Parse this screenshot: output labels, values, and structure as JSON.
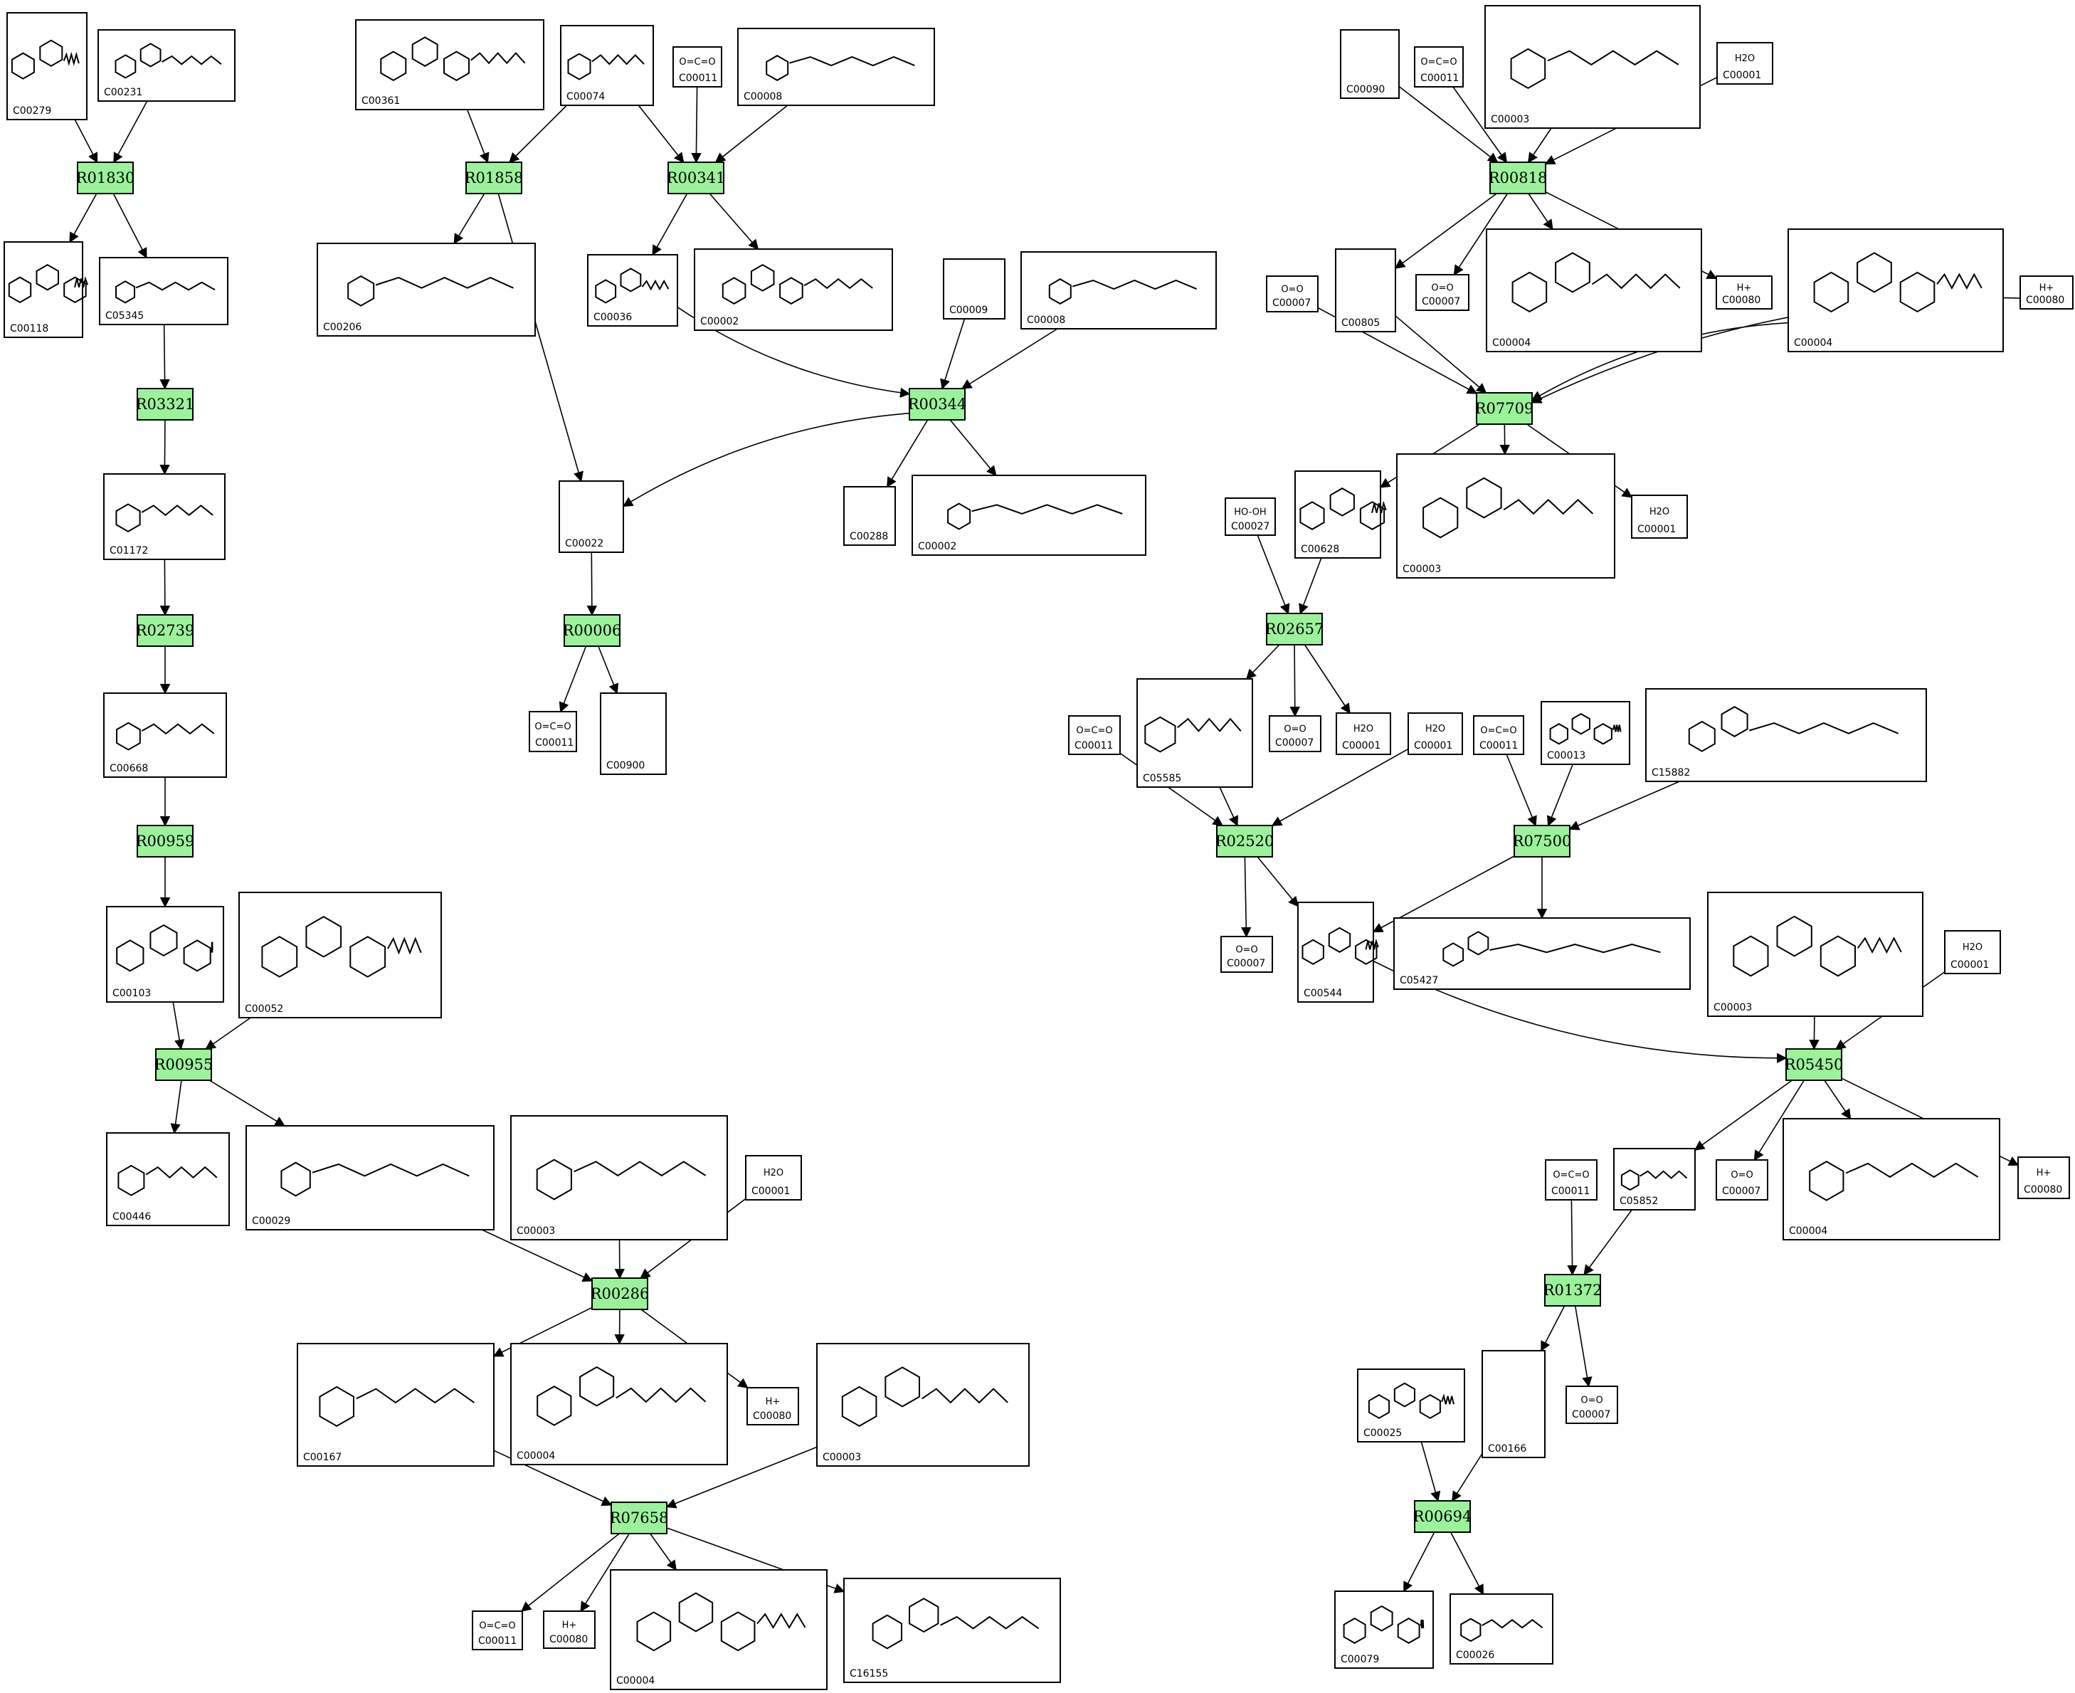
{
  "reactions": [
    "R01830",
    "R01858",
    "R00341",
    "R00818",
    "R03321",
    "R00344",
    "R07709",
    "R02739",
    "R00006",
    "R02657",
    "R00959",
    "R02520",
    "R07500",
    "R00955",
    "R05450",
    "R00286",
    "R01372",
    "R07658",
    "R00694"
  ],
  "compounds": [
    {
      "id": "C00279",
      "text": "C00279"
    },
    {
      "id": "C00231",
      "text": "C00231"
    },
    {
      "id": "C00361",
      "text": "C00361"
    },
    {
      "id": "C00074",
      "text": "C00074"
    },
    {
      "id": "C00011a",
      "text": "C00011",
      "formula": "O=C=O"
    },
    {
      "id": "C00008",
      "text": "C00008"
    },
    {
      "id": "C00090",
      "text": "C00090"
    },
    {
      "id": "C00011b",
      "text": "C00011",
      "formula": "O=C=O"
    },
    {
      "id": "C00003a",
      "text": "C00003"
    },
    {
      "id": "C00001a",
      "text": "C00001",
      "formula": "H2O"
    },
    {
      "id": "C00118",
      "text": "C00118"
    },
    {
      "id": "C05345",
      "text": "C05345"
    },
    {
      "id": "C00206",
      "text": "C00206"
    },
    {
      "id": "C00036",
      "text": "C00036"
    },
    {
      "id": "C00002a",
      "text": "C00002"
    },
    {
      "id": "C00009",
      "text": "C00009"
    },
    {
      "id": "C00008b",
      "text": "C00008"
    },
    {
      "id": "C00007a",
      "text": "C00007",
      "formula": "O=O"
    },
    {
      "id": "C00805",
      "text": "C00805"
    },
    {
      "id": "C00007b",
      "text": "C00007",
      "formula": "O=O"
    },
    {
      "id": "C00004a",
      "text": "C00004"
    },
    {
      "id": "C00080a",
      "text": "C00080",
      "formula": "H+"
    },
    {
      "id": "C00004b",
      "text": "C00004"
    },
    {
      "id": "C00080b",
      "text": "C00080",
      "formula": "H+"
    },
    {
      "id": "C01172",
      "text": "C01172"
    },
    {
      "id": "C00022",
      "text": "C00022"
    },
    {
      "id": "C00288",
      "text": "C00288"
    },
    {
      "id": "C00002b",
      "text": "C00002"
    },
    {
      "id": "C00027",
      "text": "C00027",
      "formula": "HO-OH"
    },
    {
      "id": "C00628",
      "text": "C00628"
    },
    {
      "id": "C00003b",
      "text": "C00003"
    },
    {
      "id": "C00001b",
      "text": "C00001",
      "formula": "H2O"
    },
    {
      "id": "C00668",
      "text": "C00668"
    },
    {
      "id": "C00011c",
      "text": "C00011",
      "formula": "O=C=O"
    },
    {
      "id": "C00900",
      "text": "C00900"
    },
    {
      "id": "C00011d",
      "text": "C00011",
      "formula": "O=C=O"
    },
    {
      "id": "C05585",
      "text": "C05585"
    },
    {
      "id": "C00007c",
      "text": "C00007",
      "formula": "O=O"
    },
    {
      "id": "C00001c",
      "text": "C00001",
      "formula": "H2O"
    },
    {
      "id": "C00001d",
      "text": "C00001",
      "formula": "H2O"
    },
    {
      "id": "C00011e",
      "text": "C00011",
      "formula": "O=C=O"
    },
    {
      "id": "C00013",
      "text": "C00013"
    },
    {
      "id": "C15882",
      "text": "C15882"
    },
    {
      "id": "C00103",
      "text": "C00103"
    },
    {
      "id": "C00052",
      "text": "C00052"
    },
    {
      "id": "C00007d",
      "text": "C00007",
      "formula": "O=O"
    },
    {
      "id": "C00544",
      "text": "C00544"
    },
    {
      "id": "C05427",
      "text": "C05427"
    },
    {
      "id": "C00003c",
      "text": "C00003"
    },
    {
      "id": "C00001e",
      "text": "C00001",
      "formula": "H2O"
    },
    {
      "id": "C00446",
      "text": "C00446"
    },
    {
      "id": "C00029",
      "text": "C00029"
    },
    {
      "id": "C00003d",
      "text": "C00003"
    },
    {
      "id": "C00001f",
      "text": "C00001",
      "formula": "H2O"
    },
    {
      "id": "C05852",
      "text": "C05852"
    },
    {
      "id": "C00007e",
      "text": "C00007",
      "formula": "O=O"
    },
    {
      "id": "C00004c",
      "text": "C00004"
    },
    {
      "id": "C00080c",
      "text": "C00080",
      "formula": "H+"
    },
    {
      "id": "C00011f",
      "text": "C00011",
      "formula": "O=C=O"
    },
    {
      "id": "C00167",
      "text": "C00167"
    },
    {
      "id": "C00004d",
      "text": "C00004"
    },
    {
      "id": "C00080d",
      "text": "C00080",
      "formula": "H+"
    },
    {
      "id": "C00003e",
      "text": "C00003"
    },
    {
      "id": "C00025",
      "text": "C00025"
    },
    {
      "id": "C00166",
      "text": "C00166"
    },
    {
      "id": "C00007f",
      "text": "C00007",
      "formula": "O=O"
    },
    {
      "id": "C00011g",
      "text": "C00011",
      "formula": "O=C=O"
    },
    {
      "id": "C00080e",
      "text": "C00080",
      "formula": "H+"
    },
    {
      "id": "C00004e",
      "text": "C00004"
    },
    {
      "id": "C16155",
      "text": "C16155"
    },
    {
      "id": "C00079",
      "text": "C00079"
    },
    {
      "id": "C00026",
      "text": "C00026"
    }
  ],
  "edges": [
    [
      "C00279",
      "R01830"
    ],
    [
      "C00231",
      "R01830"
    ],
    [
      "R01830",
      "C00118"
    ],
    [
      "R01830",
      "C05345"
    ],
    [
      "C05345",
      "R03321"
    ],
    [
      "R03321",
      "C01172"
    ],
    [
      "C01172",
      "R02739"
    ],
    [
      "R02739",
      "C00668"
    ],
    [
      "C00668",
      "R00959"
    ],
    [
      "R00959",
      "C00103"
    ],
    [
      "C00103",
      "R00955"
    ],
    [
      "C00052",
      "R00955"
    ],
    [
      "R00955",
      "C00446"
    ],
    [
      "R00955",
      "C00029"
    ],
    [
      "C00361",
      "R01858"
    ],
    [
      "C00074",
      "R01858"
    ],
    [
      "R01858",
      "C00206"
    ],
    [
      "R01858",
      "C00022"
    ],
    [
      "C00074",
      "R00341"
    ],
    [
      "C00011a",
      "R00341"
    ],
    [
      "C00008",
      "R00341"
    ],
    [
      "R00341",
      "C00036"
    ],
    [
      "R00341",
      "C00002a"
    ],
    [
      "C00036",
      "R00344"
    ],
    [
      "C00009",
      "R00344"
    ],
    [
      "C00008b",
      "R00344"
    ],
    [
      "R00344",
      "C00022"
    ],
    [
      "R00344",
      "C00288"
    ],
    [
      "R00344",
      "C00002b"
    ],
    [
      "C00022",
      "R00006"
    ],
    [
      "R00006",
      "C00011c"
    ],
    [
      "R00006",
      "C00900"
    ],
    [
      "C00090",
      "R00818"
    ],
    [
      "C00011b",
      "R00818"
    ],
    [
      "C00003a",
      "R00818"
    ],
    [
      "C00001a",
      "R00818"
    ],
    [
      "R00818",
      "C00805"
    ],
    [
      "R00818",
      "C00007b"
    ],
    [
      "R00818",
      "C00004a"
    ],
    [
      "R00818",
      "C00080a"
    ],
    [
      "C00007a",
      "R07709"
    ],
    [
      "C00805",
      "R07709"
    ],
    [
      "C00004b",
      "R07709"
    ],
    [
      "C00080b",
      "R07709"
    ],
    [
      "R07709",
      "C00628"
    ],
    [
      "R07709",
      "C00003b"
    ],
    [
      "R07709",
      "C00001b"
    ],
    [
      "C00027",
      "R02657"
    ],
    [
      "C00628",
      "R02657"
    ],
    [
      "R02657",
      "C05585"
    ],
    [
      "R02657",
      "C00007c"
    ],
    [
      "R02657",
      "C00001c"
    ],
    [
      "C00011d",
      "R02520"
    ],
    [
      "C05585",
      "R02520"
    ],
    [
      "C00001d",
      "R02520"
    ],
    [
      "R02520",
      "C00007d"
    ],
    [
      "R02520",
      "C00544"
    ],
    [
      "C00011e",
      "R07500"
    ],
    [
      "C00013",
      "R07500"
    ],
    [
      "C15882",
      "R07500"
    ],
    [
      "R07500",
      "C00544"
    ],
    [
      "R07500",
      "C05427"
    ],
    [
      "C00544",
      "R05450"
    ],
    [
      "C00003c",
      "R05450"
    ],
    [
      "C00001e",
      "R05450"
    ],
    [
      "R05450",
      "C05852"
    ],
    [
      "R05450",
      "C00007e"
    ],
    [
      "R05450",
      "C00004c"
    ],
    [
      "R05450",
      "C00080c"
    ],
    [
      "C00011f",
      "R01372"
    ],
    [
      "C05852",
      "R01372"
    ],
    [
      "R01372",
      "C00166"
    ],
    [
      "R01372",
      "C00007f"
    ],
    [
      "C00025",
      "R00694"
    ],
    [
      "C00166",
      "R00694"
    ],
    [
      "R00694",
      "C00079"
    ],
    [
      "R00694",
      "C00026"
    ],
    [
      "C00029",
      "R00286"
    ],
    [
      "C00003d",
      "R00286"
    ],
    [
      "C00001f",
      "R00286"
    ],
    [
      "R00286",
      "C00167"
    ],
    [
      "R00286",
      "C00004d"
    ],
    [
      "R00286",
      "C00080d"
    ],
    [
      "C00167",
      "R07658"
    ],
    [
      "C00003e",
      "R07658"
    ],
    [
      "R07658",
      "C00011g"
    ],
    [
      "R07658",
      "C00080e"
    ],
    [
      "R07658",
      "C00004e"
    ],
    [
      "R07658",
      "C16155"
    ]
  ]
}
